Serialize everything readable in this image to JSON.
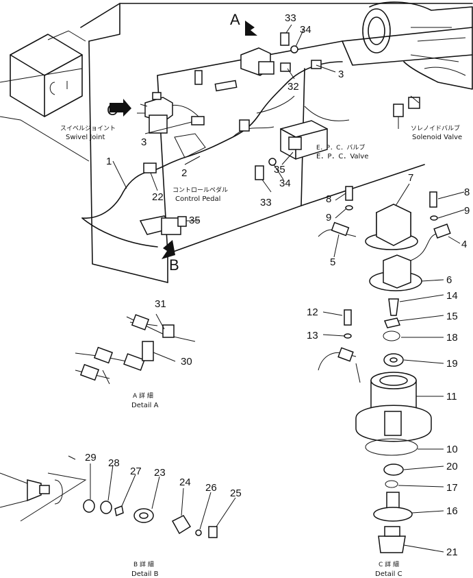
{
  "callouts": {
    "A": "A",
    "B": "B",
    "C": "C",
    "n1": "1",
    "n2": "2",
    "n3a": "3",
    "n3b": "3",
    "n4": "4",
    "n5": "5",
    "n6": "6",
    "n7": "7",
    "n8a": "8",
    "n8b": "8",
    "n9a": "9",
    "n9b": "9",
    "n10": "10",
    "n11": "11",
    "n12": "12",
    "n13": "13",
    "n14": "14",
    "n15": "15",
    "n16": "16",
    "n17": "17",
    "n18": "18",
    "n19": "19",
    "n20": "20",
    "n21": "21",
    "n22": "22",
    "n23": "23",
    "n24": "24",
    "n25": "25",
    "n26": "26",
    "n27": "27",
    "n28": "28",
    "n29": "29",
    "n30": "30",
    "n31": "31",
    "n32": "32",
    "n33a": "33",
    "n33b": "33",
    "n34a": "34",
    "n34b": "34",
    "n35a": "35",
    "n35b": "35"
  },
  "labels": {
    "swivel_jp": "スイベルジョイント",
    "swivel_en": "Swivel Joint",
    "control_jp": "コントロールペダル",
    "control_en": "Control Pedal",
    "solenoid_jp": "ソレノイドバルブ",
    "solenoid_en": "Solenoid Valve",
    "epc_jp": "E．P．C．バルブ",
    "epc_en": "E．P．C．Valve",
    "detail_a_jp": "A 詳 細",
    "detail_a_en": "Detail A",
    "detail_b_jp": "B 詳 細",
    "detail_b_en": "Detail B",
    "detail_c_jp": "C 詳 細",
    "detail_c_en": "Detail C"
  }
}
